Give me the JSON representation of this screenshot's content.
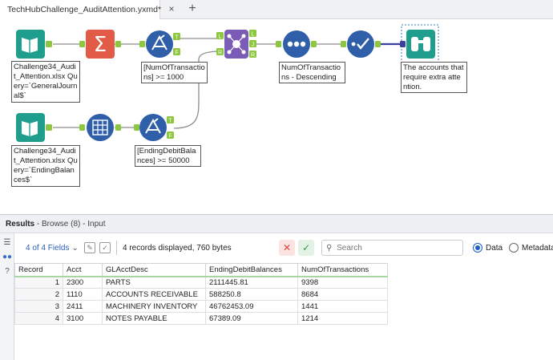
{
  "tab": {
    "title": "TechHubChallenge_AuditAttention.yxmd*",
    "close": "×",
    "add": "+"
  },
  "workflow": {
    "input1_label": "Challenge34_Audit_Attention.xlsx Query=`GeneralJournal$`",
    "filter1_label": "[NumOfTransactions] >= 1000",
    "sort_label": "NumOfTransactions - Descending",
    "browse_label": "The accounts that require extra attention.",
    "input2_label": "Challenge34_Audit_Attention.xlsx Query=`EndingBalances$`",
    "filter2_label": "[EndingDebitBalances] >= 50000",
    "anchors": {
      "true": "T",
      "false": "F",
      "left": "L",
      "right": "R",
      "join": "J"
    }
  },
  "results": {
    "title": "Results",
    "subtitle": "- Browse (8) - Input",
    "fields_label": "4 of 4 Fields",
    "records_text": "4 records displayed, 760 bytes",
    "search_placeholder": "Search",
    "radio_data": "Data",
    "radio_metadata": "Metadata"
  },
  "table": {
    "headers": [
      "Record",
      "Acct",
      "GLAcctDesc",
      "EndingDebitBalances",
      "NumOfTransactions"
    ],
    "rows": [
      [
        "1",
        "2300",
        "PARTS",
        "2111445.81",
        "9398"
      ],
      [
        "2",
        "1110",
        "ACCOUNTS RECEIVABLE",
        "588250.8",
        "8684"
      ],
      [
        "3",
        "2411",
        "MACHINERY INVENTORY",
        "46762453.09",
        "1441"
      ],
      [
        "4",
        "3100",
        "NOTES PAYABLE",
        "67389.09",
        "1214"
      ]
    ]
  },
  "colors": {
    "input_tool": "#1f9e8e",
    "summarize_tool": "#e15b47",
    "filter_tool": "#2f5fa8",
    "join_tool": "#7a5bb5",
    "sort_tool": "#2f5fa8",
    "select_tool": "#2f5fa8",
    "browse_tool": "#1f9e8e",
    "connector": "#8d8d8d",
    "anchor": "#8dc63f"
  }
}
